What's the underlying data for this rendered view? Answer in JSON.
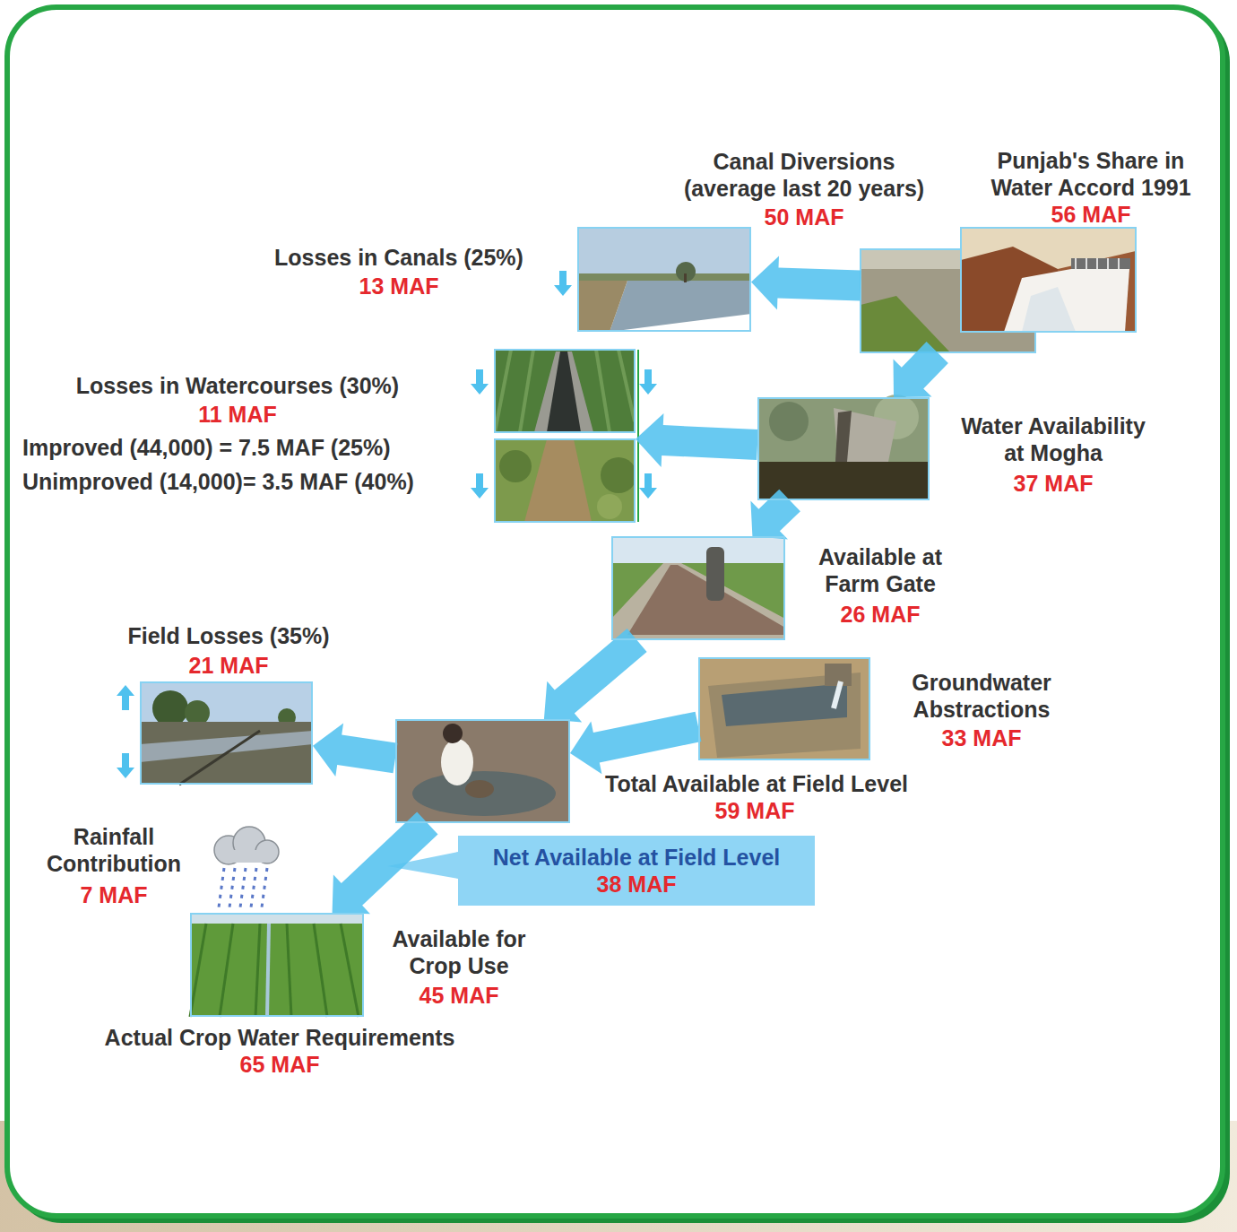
{
  "diagram": {
    "nodes": [
      {
        "text": [
          "Canal Diversions (average last 20 years)",
          "50 MAF",
          "Losses in Canals (25%)",
          "13 MAF"
        ]
      },
      {
        "text": [
          "Punjab's Share in Water Accord 1991",
          "56 MAF"
        ]
      },
      {
        "text": [
          "Losses in Watercourses (30%)",
          "11 MAF",
          "Improved (44,000) = 7.5 MAF (25%)",
          "Unimproved (14,000)= 3.5 MAF (40%)"
        ]
      },
      {
        "text": [
          "Water Availability at Mogha",
          "37 MAF"
        ]
      },
      {
        "text": [
          "Available at Farm Gate",
          "26 MAF"
        ]
      },
      {
        "text": [
          "Field Losses (35%)",
          "21 MAF"
        ]
      },
      {
        "text": [
          "Groundwater Abstractions",
          "33 MAF"
        ]
      },
      {
        "text": [
          "Total Available at Field Level",
          "59 MAF"
        ]
      },
      {
        "text": [
          "Rainfall Contribution",
          "7 MAF"
        ]
      },
      {
        "text": [
          "Net Available at Field Level",
          "38 MAF"
        ]
      },
      {
        "text": [
          "Available for Crop Use",
          "45 MAF",
          "Actual Crop Water Requirements",
          "65 MAF"
        ]
      }
    ],
    "edges": [
      {
        "from": 1,
        "to": 0,
        "arrow": "to"
      },
      {
        "from": 1,
        "to": 3,
        "arrow": "to"
      },
      {
        "from": 3,
        "to": 2,
        "arrow": "to"
      },
      {
        "from": 3,
        "to": 4,
        "arrow": "to"
      },
      {
        "from": 4,
        "to": 7,
        "arrow": "to"
      },
      {
        "from": 6,
        "to": 7,
        "arrow": "to"
      },
      {
        "from": 7,
        "to": 5,
        "arrow": "to"
      },
      {
        "from": 7,
        "to": 10,
        "arrow": "to"
      }
    ]
  }
}
